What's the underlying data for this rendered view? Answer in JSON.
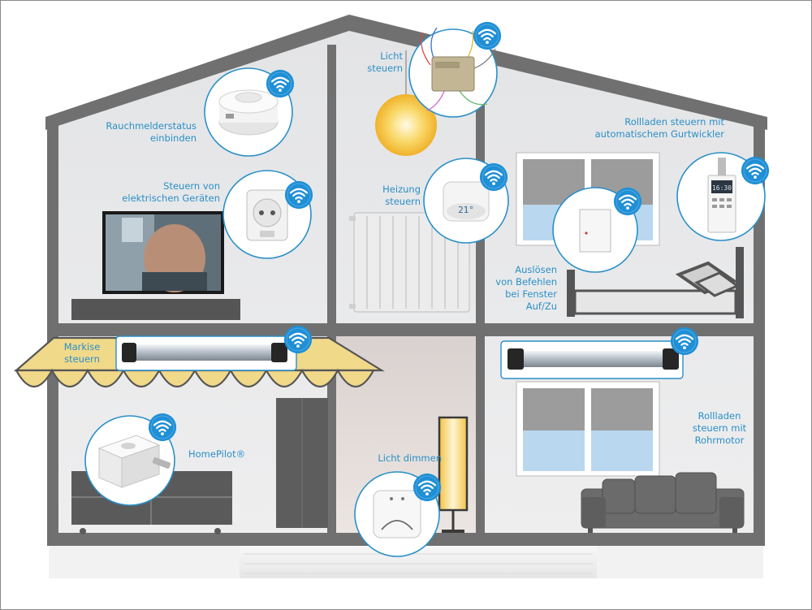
{
  "labels": {
    "smoke": [
      "Rauchmelderstatus",
      "einbinden"
    ],
    "light_control": [
      "Licht",
      "steuern"
    ],
    "shutter_belt": [
      "Rollladen steuern mit",
      "automatischem Gurtwickler"
    ],
    "devices": [
      "Steuern von",
      "elektrischen Geräten"
    ],
    "heating": [
      "Heizung",
      "steuern"
    ],
    "window_trigger": [
      "Auslösen",
      "von Befehlen",
      "bei Fenster",
      "Auf/Zu"
    ],
    "awning": [
      "Markise",
      "steuern"
    ],
    "homepilot": "HomePilot®",
    "dimmer": "Licht dimmen",
    "tube_motor": [
      "Rollladen",
      "steuern mit",
      "Rohrmotor"
    ]
  },
  "devices": {
    "thermostat_display": "21°",
    "belt_winder_display": "16:30"
  },
  "colors": {
    "label_blue": "#2a8fc7",
    "wifi_badge": "#1f8fd6",
    "house_frame": "#707070",
    "awning_yellow": "#f1d98a",
    "lamp_glow": "#f4bb2c"
  },
  "icons": {
    "connectivity": "wifi-icon"
  }
}
